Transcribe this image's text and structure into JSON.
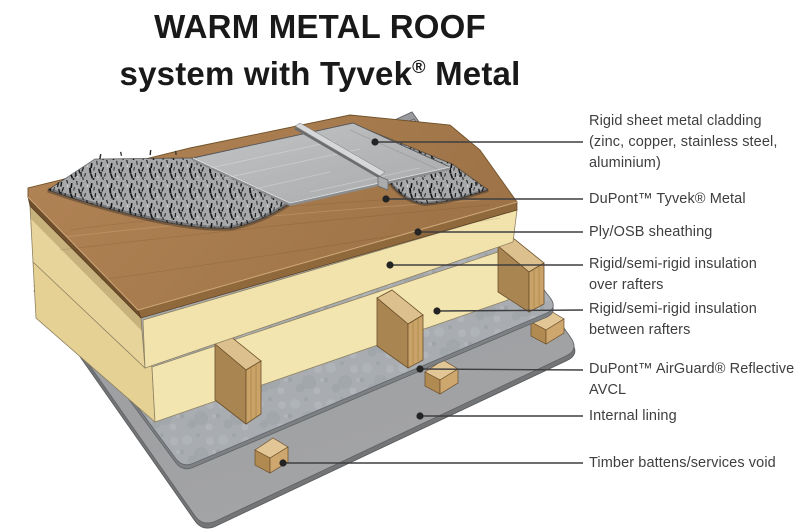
{
  "title": {
    "line1": "WARM METAL ROOF",
    "line2_pre": "system with Tyvek",
    "line2_reg": "®",
    "line2_post": " Metal"
  },
  "diagram": {
    "labels": [
      {
        "name": "metal-cladding",
        "lines": [
          "Rigid sheet metal cladding",
          "(zinc, copper, stainless steel,",
          "aluminium)"
        ]
      },
      {
        "name": "tyvek-metal",
        "lines": [
          "DuPont™ Tyvek® Metal"
        ]
      },
      {
        "name": "ply-osb-sheathing",
        "lines": [
          "Ply/OSB sheathing"
        ]
      },
      {
        "name": "insulation-over-rafters",
        "lines": [
          "Rigid/semi-rigid insulation",
          "over rafters"
        ]
      },
      {
        "name": "insulation-between-rafters",
        "lines": [
          "Rigid/semi-rigid insulation",
          "between rafters"
        ]
      },
      {
        "name": "airguard-avcl",
        "lines": [
          "DuPont™ AirGuard® Reflective",
          "AVCL"
        ]
      },
      {
        "name": "internal-lining",
        "lines": [
          "Internal lining"
        ]
      },
      {
        "name": "timber-battens",
        "lines": [
          "Timber battens/services void"
        ]
      }
    ]
  },
  "colors": {
    "title_text": "#191919",
    "label_text": "#3e3e40",
    "leader_line": "#3f3f41",
    "metal_cladding": "#b6b8ba",
    "tyvek_fleece": "#a6a8aa",
    "ply_sheathing": "#a87c4e",
    "insulation_cream": "#f2e3ad",
    "timber_wood": "#c9a368",
    "avcl_gray": "#a9adb1",
    "lining_gray": "#9b9c9e",
    "background": "#ffffff"
  }
}
